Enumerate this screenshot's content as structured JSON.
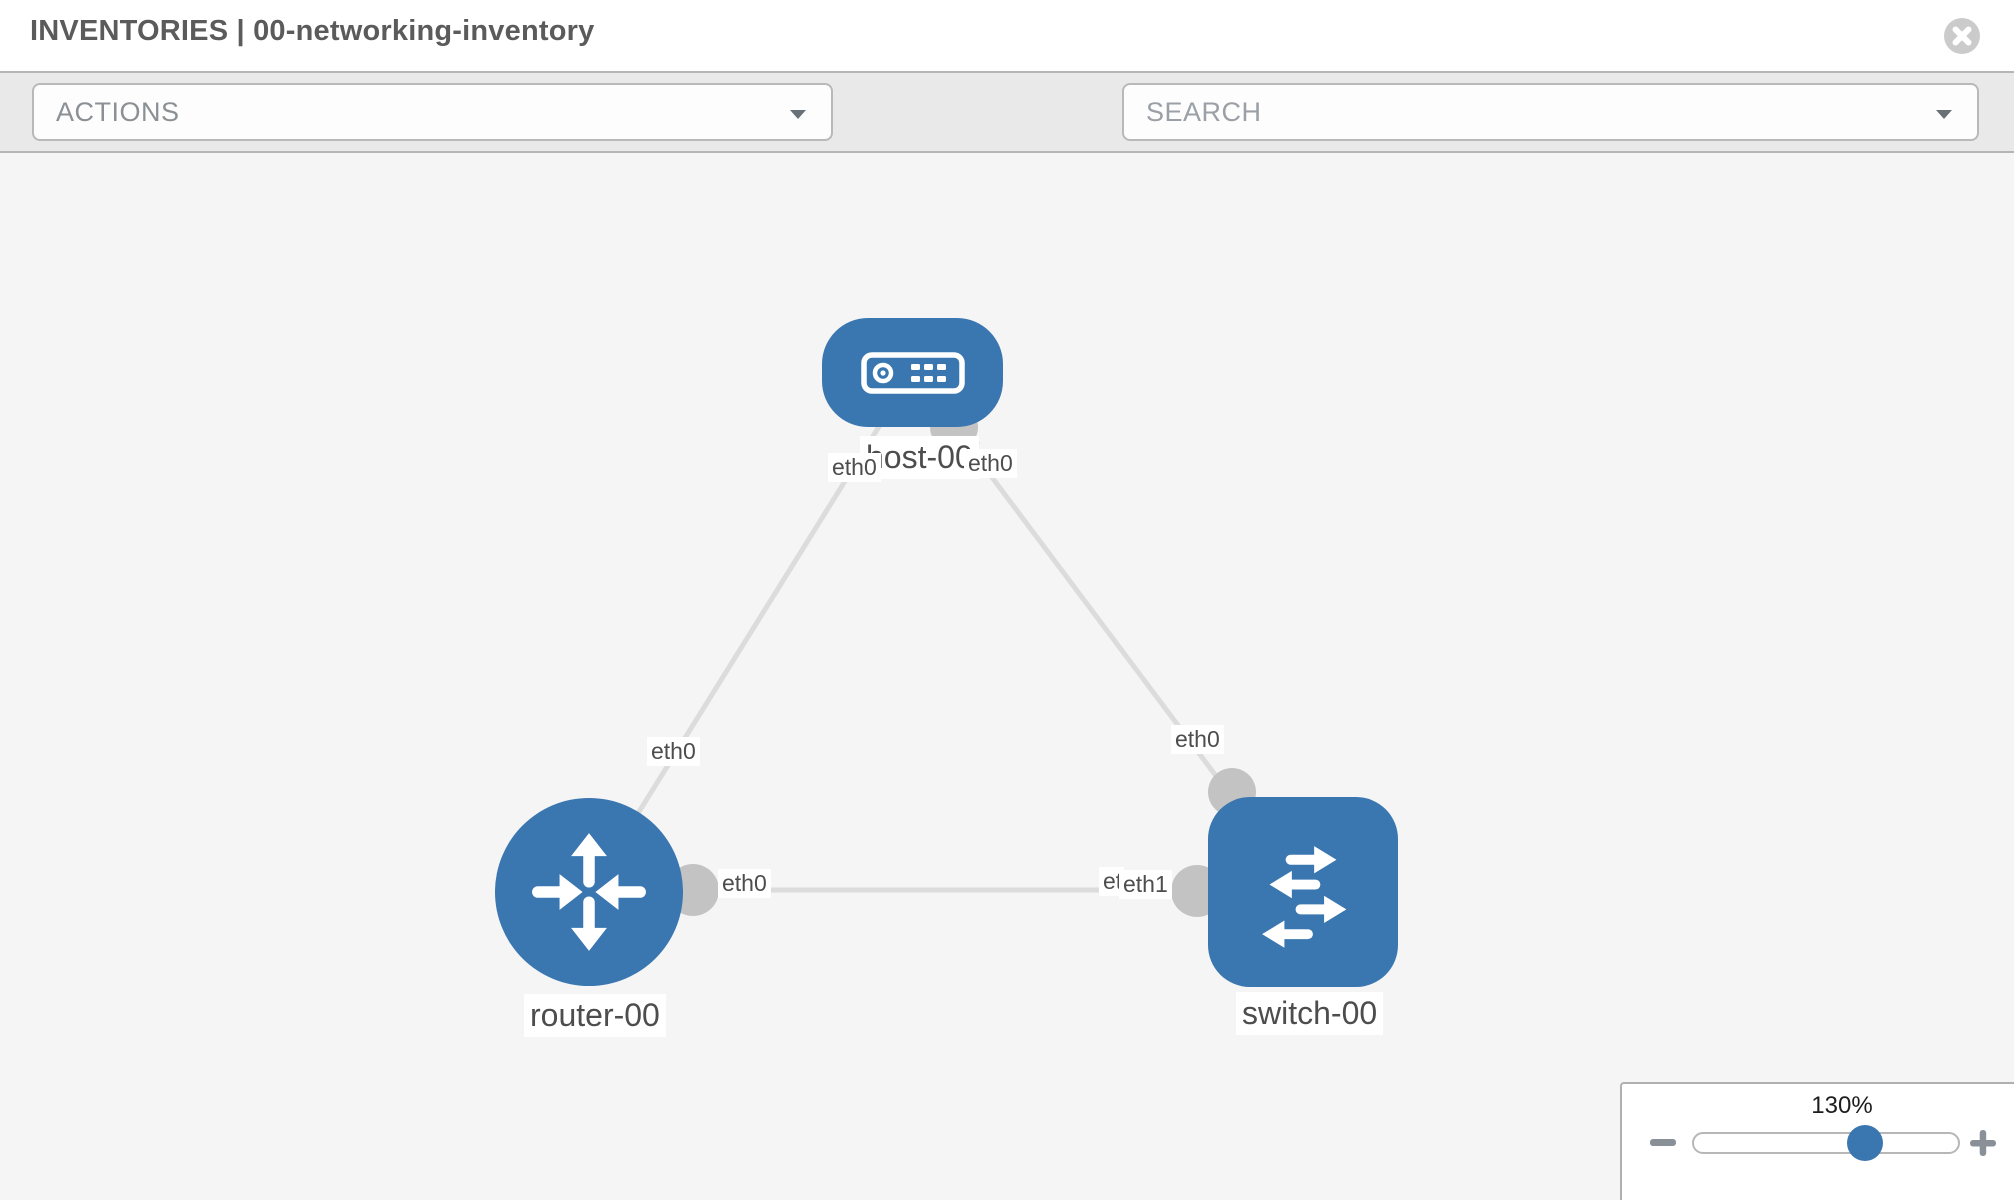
{
  "header": {
    "title": "INVENTORIES | 00-networking-inventory"
  },
  "toolbar": {
    "actions_label": "ACTIONS",
    "search_placeholder": "SEARCH",
    "icons": [
      "wrench-icon",
      "key-icon"
    ]
  },
  "graph": {
    "nodes": [
      {
        "id": "host-00",
        "label": "host-00",
        "type": "host",
        "shape": "rounded-rect",
        "color": "#3a76b0"
      },
      {
        "id": "router-00",
        "label": "router-00",
        "type": "router",
        "shape": "circle",
        "color": "#3a76b0"
      },
      {
        "id": "switch-00",
        "label": "switch-00",
        "type": "switch",
        "shape": "rounded-square",
        "color": "#3a76b0"
      }
    ],
    "edges": [
      {
        "from": "host-00",
        "to": "router-00"
      },
      {
        "from": "host-00",
        "to": "switch-00"
      },
      {
        "from": "router-00",
        "to": "switch-00"
      }
    ],
    "interface_labels": [
      {
        "text": "eth0",
        "at": "host side of host-router link"
      },
      {
        "text": "eth0",
        "at": "host side of host-switch link"
      },
      {
        "text": "eth0",
        "at": "router side of host-router link"
      },
      {
        "text": "eth0",
        "at": "router side of router-switch link"
      },
      {
        "text": "eth0",
        "at": "switch side of host-switch link"
      },
      {
        "text": "eth1",
        "at": "switch side of router-switch link (rear chip, partially hidden)"
      },
      {
        "text": "eth1",
        "at": "switch side of router-switch link (front chip)"
      }
    ],
    "colors": {
      "node_blue": "#3a76b0",
      "edge_gray": "#dcdcdc",
      "dot_gray": "#c3c3c3"
    }
  },
  "zoom_control": {
    "value": "130%"
  }
}
